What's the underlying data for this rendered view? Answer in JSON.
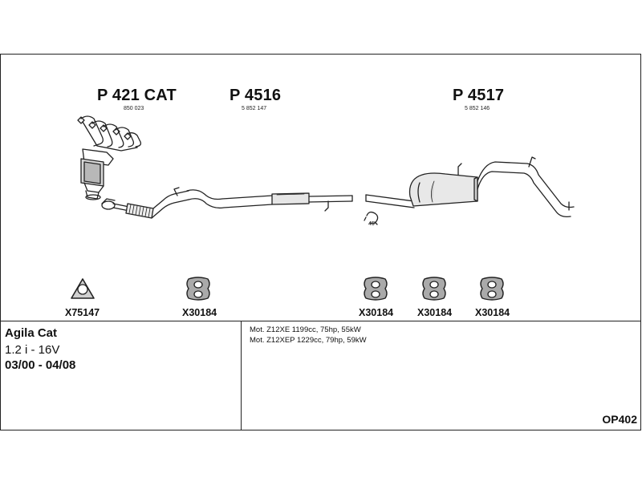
{
  "parts": {
    "front_pipe": {
      "number": "P 421 CAT",
      "oem": "850 023"
    },
    "center_pipe": {
      "number": "P 4516",
      "oem": "5 852 147"
    },
    "rear_silencer": {
      "number": "P 4517",
      "oem": "5 852 146"
    }
  },
  "clamp_size": "45",
  "hardware": [
    {
      "code": "X75147",
      "icon": "gasket-icon"
    },
    {
      "code": "X30184",
      "icon": "rubber-hanger-icon"
    },
    {
      "code": "X30184",
      "icon": "rubber-hanger-icon"
    },
    {
      "code": "X30184",
      "icon": "rubber-hanger-icon"
    },
    {
      "code": "X30184",
      "icon": "rubber-hanger-icon"
    }
  ],
  "vehicle": {
    "model": "Agila Cat",
    "engine": "1.2 i - 16V",
    "years": "03/00 - 04/08"
  },
  "engines": [
    "Mot. Z12XE 1199cc, 75hp, 55kW",
    "Mot. Z12XEP 1229cc, 79hp, 59kW"
  ],
  "reference": "OP402"
}
